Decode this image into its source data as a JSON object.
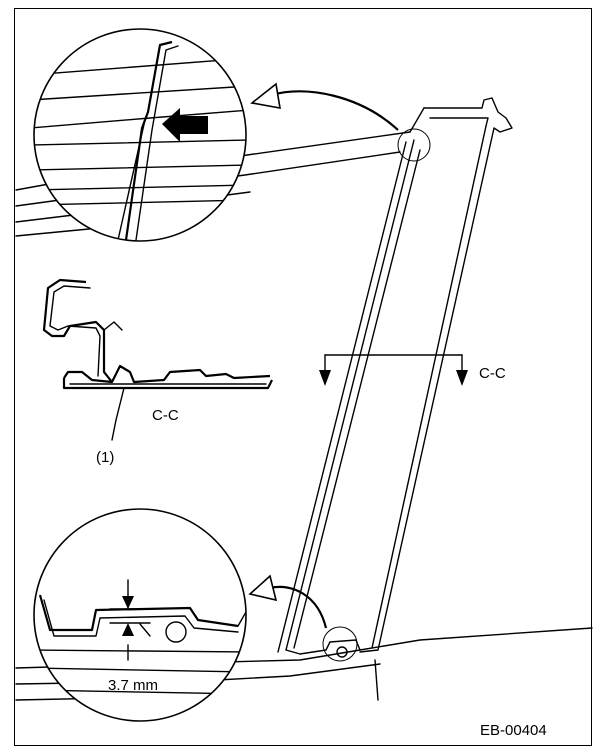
{
  "figure": {
    "section_label_right": "C-C",
    "section_label_profile": "C-C",
    "part_callout": "(1)",
    "dimension": "3.7 mm",
    "figure_code": "EB-00404"
  }
}
